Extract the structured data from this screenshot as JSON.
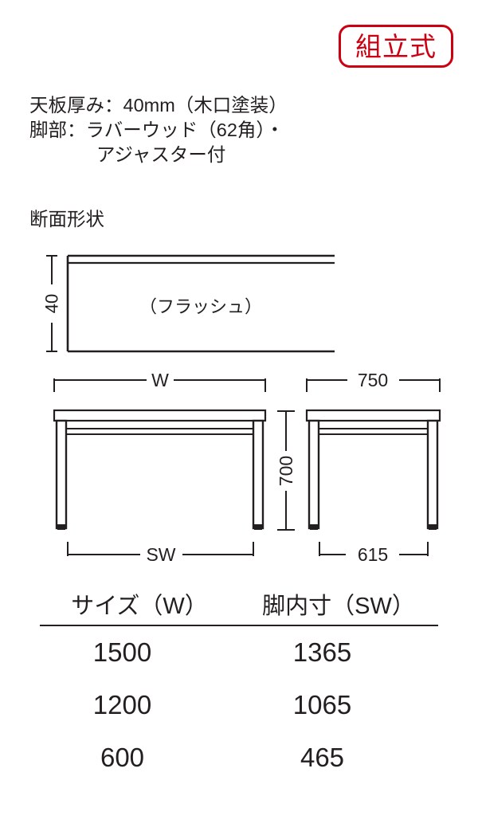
{
  "badge": {
    "label": "組立式",
    "color": "#cc0011"
  },
  "spec": {
    "lines": [
      "天板厚み：40mm（木口塗装）",
      "脚部：ラバーウッド（62角）・",
      "アジャスター付"
    ]
  },
  "section": {
    "title": "断面形状"
  },
  "cross_section": {
    "thickness_label": "40",
    "inner_label": "（フラッシュ）"
  },
  "front_view": {
    "top_dimension": "W",
    "bottom_dimension": "SW",
    "height_dimension": "700"
  },
  "side_view": {
    "top_dimension": "750",
    "bottom_dimension": "615"
  },
  "size_table": {
    "headers": [
      "サイズ（W）",
      "脚内寸（SW）"
    ],
    "rows": [
      [
        "1500",
        "1365"
      ],
      [
        "1200",
        "1065"
      ],
      [
        "600",
        "465"
      ]
    ]
  }
}
